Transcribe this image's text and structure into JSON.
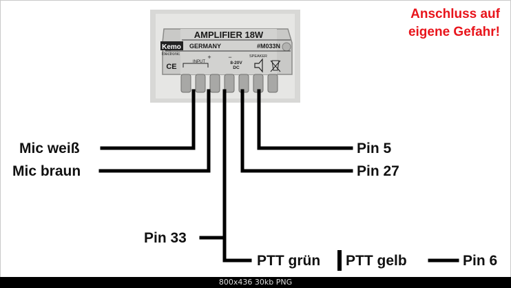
{
  "warning": {
    "line1": "Anschluss auf",
    "line2": "eigene Gefahr!"
  },
  "module": {
    "title": "AMPLIFIER 18W",
    "brand": "Kemo",
    "origin": "GERMANY",
    "model": "#M033N",
    "sub": "Electronic",
    "ce": "CE",
    "input": "INPUT",
    "voltage_line1": "8-20V",
    "voltage_line2": "DC",
    "speaker": "SPEAKER",
    "plus": "+",
    "minus": "−"
  },
  "labels": {
    "mic_white": "Mic weiß",
    "mic_brown": "Mic braun",
    "pin5": "Pin 5",
    "pin27": "Pin 27",
    "pin33": "Pin 33",
    "ptt_green": "PTT grün",
    "ptt_yellow": "PTT gelb",
    "pin6": "Pin 6"
  },
  "footer": "800x436  30kb  PNG"
}
